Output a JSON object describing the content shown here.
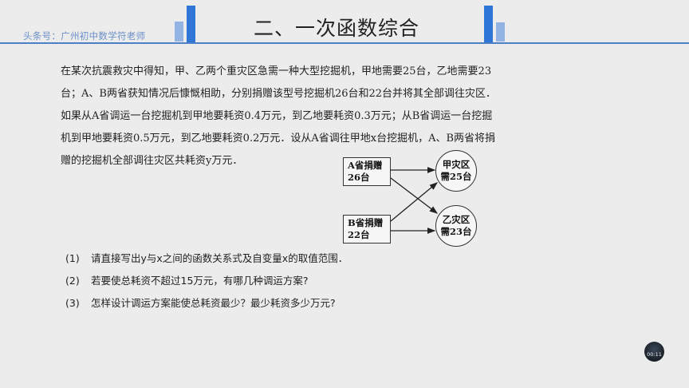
{
  "header": {
    "brand": "头条号：广州初中数学符老师",
    "title": "二、一次函数综合",
    "colors": {
      "accent": "#2f76d6",
      "accent_light": "#92b3e3",
      "line": "#4d7fc7"
    }
  },
  "problem": {
    "lines": [
      "在某次抗震救灾中得知，甲、乙两个重灾区急需一种大型挖掘机，甲地需要25台，乙地需要23",
      "台；A、B两省获知情况后慷慨相助，分别捐赠该型号挖掘机26台和22台并将其全部调往灾区．",
      "如果从A省调运一台挖掘机到甲地要耗资0.4万元，到乙地要耗资0.3万元；从B省调运一台挖掘",
      "机到甲地要耗资0.5万元，到乙地要耗资0.2万元．设从A省调往甲地x台挖掘机，A、B两省将捐",
      "赠的挖掘机全部调往灾区共耗资y万元．"
    ]
  },
  "diagram": {
    "source_a": {
      "line1": "A省捐赠",
      "line2": "26台"
    },
    "source_b": {
      "line1": "B省捐赠",
      "line2": "22台"
    },
    "dest_jia": {
      "line1": "甲灾区",
      "line2": "需25台"
    },
    "dest_yi": {
      "line1": "乙灾区",
      "line2": "需23台"
    }
  },
  "questions": [
    {
      "num": "(1)",
      "text": "请直接写出y与x之间的函数关系式及自变量x的取值范围．"
    },
    {
      "num": "(2)",
      "text": "若要使总耗资不超过15万元，有哪几种调运方案?"
    },
    {
      "num": "(3)",
      "text": "怎样设计调运方案能使总耗资最少？最少耗资多少万元?"
    }
  ],
  "player": {
    "timer": "00:11"
  }
}
